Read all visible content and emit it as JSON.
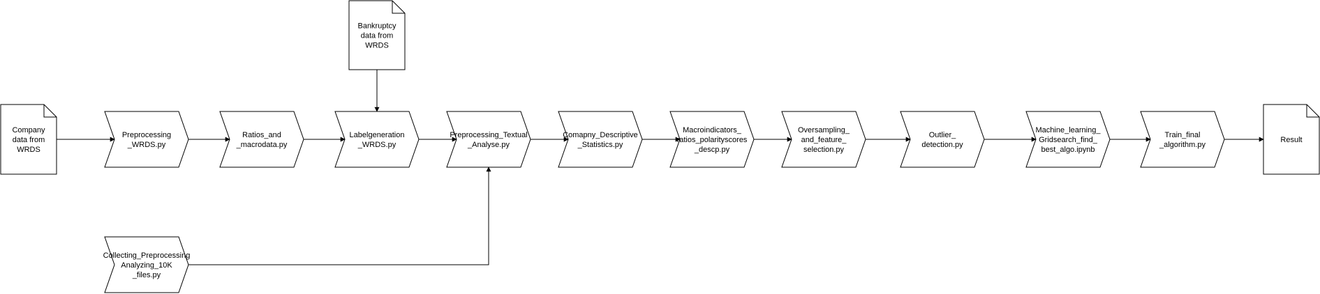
{
  "diagram": {
    "nodes": [
      {
        "id": "company-data",
        "kind": "document",
        "lines": [
          "Company",
          "data from",
          "WRDS"
        ]
      },
      {
        "id": "bankruptcy-data",
        "kind": "document",
        "lines": [
          "Bankruptcy",
          "data from",
          "WRDS"
        ]
      },
      {
        "id": "preprocessing-wrds",
        "kind": "step",
        "lines": [
          "Preprocessing",
          "_WRDS.py"
        ]
      },
      {
        "id": "ratios-macrodata",
        "kind": "step",
        "lines": [
          "Ratios_and",
          "_macrodata.py"
        ]
      },
      {
        "id": "labelgeneration-wrds",
        "kind": "step",
        "lines": [
          "Labelgeneration",
          "_WRDS.py"
        ]
      },
      {
        "id": "preprocessing-textual",
        "kind": "step",
        "lines": [
          "Preprocessing_Textual",
          "_Analyse.py"
        ]
      },
      {
        "id": "company-descriptive",
        "kind": "step",
        "lines": [
          "Comapny_Descriptive",
          "_Statistics.py"
        ]
      },
      {
        "id": "macroindicators",
        "kind": "step",
        "lines": [
          "Macroindicators_",
          "ratios_polarityscores",
          "_descp.py"
        ]
      },
      {
        "id": "oversampling",
        "kind": "step",
        "lines": [
          "Oversampling_",
          "and_feature_",
          "selection.py"
        ]
      },
      {
        "id": "outlier-detection",
        "kind": "step",
        "lines": [
          "Outlier_",
          "detection.py"
        ]
      },
      {
        "id": "machine-learning",
        "kind": "step",
        "lines": [
          "Machine_learning_",
          "Gridsearch_find_",
          "best_algo.ipynb"
        ]
      },
      {
        "id": "train-final",
        "kind": "step",
        "lines": [
          "Train_final",
          "_algorithm.py"
        ]
      },
      {
        "id": "result",
        "kind": "document",
        "lines": [
          "Result"
        ]
      },
      {
        "id": "collecting-10k",
        "kind": "step",
        "lines": [
          "Collecting_Preprocessing",
          "Analyzing_10K",
          "_files.py"
        ]
      }
    ],
    "edges": [
      {
        "from": "company-data",
        "to": "preprocessing-wrds"
      },
      {
        "from": "preprocessing-wrds",
        "to": "ratios-macrodata"
      },
      {
        "from": "ratios-macrodata",
        "to": "labelgeneration-wrds"
      },
      {
        "from": "bankruptcy-data",
        "to": "labelgeneration-wrds"
      },
      {
        "from": "labelgeneration-wrds",
        "to": "preprocessing-textual"
      },
      {
        "from": "preprocessing-textual",
        "to": "company-descriptive"
      },
      {
        "from": "company-descriptive",
        "to": "macroindicators"
      },
      {
        "from": "macroindicators",
        "to": "oversampling"
      },
      {
        "from": "oversampling",
        "to": "outlier-detection"
      },
      {
        "from": "outlier-detection",
        "to": "machine-learning"
      },
      {
        "from": "machine-learning",
        "to": "train-final"
      },
      {
        "from": "train-final",
        "to": "result"
      },
      {
        "from": "collecting-10k",
        "to": "preprocessing-textual"
      }
    ]
  }
}
